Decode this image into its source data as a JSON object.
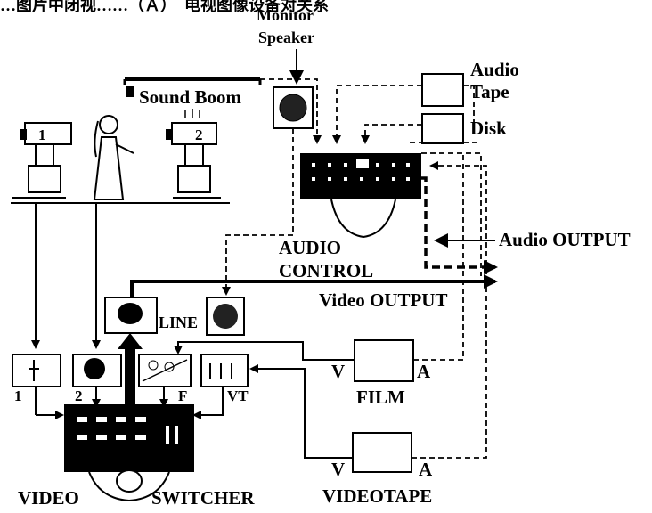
{
  "header": {
    "top_text": "…图片中闭视……（Ａ）　电视图像设备对关系"
  },
  "labels": {
    "monitor_speaker_1": "Monitor",
    "monitor_speaker_2": "Speaker",
    "sound_boom": "Sound Boom",
    "audio_tape_1": "Audio",
    "audio_tape_2": "Tape",
    "disk": "Disk",
    "audio_control_1": "AUDIO",
    "audio_control_2": "CONTROL",
    "audio_output": "Audio OUTPUT",
    "video_output": "Video OUTPUT",
    "line": "LINE",
    "film": "FILM",
    "videotape": "VIDEOTAPE",
    "video": "VIDEO",
    "switcher": "SWITCHER",
    "film_v": "V",
    "film_a": "A",
    "vt_v": "V",
    "vt_a": "A",
    "camera_1": "1",
    "camera_2": "2",
    "monitor_1": "1",
    "monitor_2": "2",
    "monitor_f": "F",
    "monitor_vt": "VT"
  }
}
